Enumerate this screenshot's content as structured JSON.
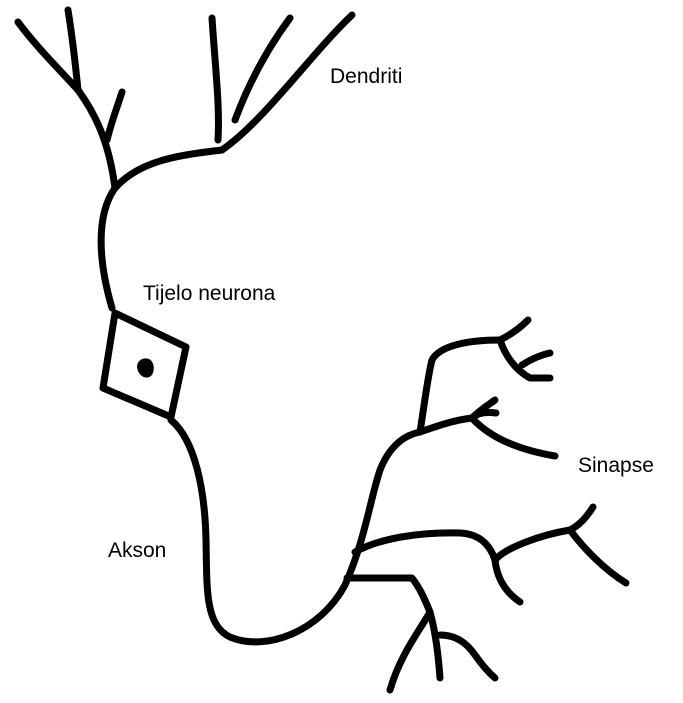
{
  "labels": {
    "dendrites": "Dendriti",
    "cell_body": "Tijelo neurona",
    "axon": "Akson",
    "synapse": "Sinapse"
  },
  "colors": {
    "stroke": "#000000",
    "background": "#ffffff"
  }
}
